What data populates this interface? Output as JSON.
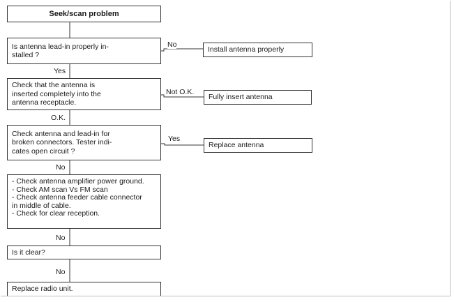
{
  "flowchart": {
    "title": "Seek/scan problem",
    "nodes": {
      "q_antenna_installed": "Is antenna lead-in properly in-\nstalled ?",
      "q_antenna_inserted": "Check that the antenna is\ninserted completely into the\nantenna receptacle.",
      "q_broken_connectors": "Check antenna and lead-in for\nbroken connectors. Tester indi-\ncates open circuit ?",
      "checks": "- Check antenna amplifier power ground.\n- Check AM scan Vs FM scan\n- Check antenna feeder cable connector\n  in middle of cable.\n- Check for clear reception.",
      "q_is_clear": "Is it clear?",
      "replace_radio": "Replace radio unit."
    },
    "actions": {
      "install_antenna": "Install antenna properly",
      "fully_insert": "Fully insert antenna",
      "replace_antenna": "Replace antenna"
    },
    "edge_labels": {
      "installed_no": "No",
      "installed_yes": "Yes",
      "inserted_not_ok": "Not O.K.",
      "inserted_ok": "O.K.",
      "connectors_yes": "Yes",
      "connectors_no": "No",
      "checks_no": "No",
      "clear_no": "No"
    }
  }
}
